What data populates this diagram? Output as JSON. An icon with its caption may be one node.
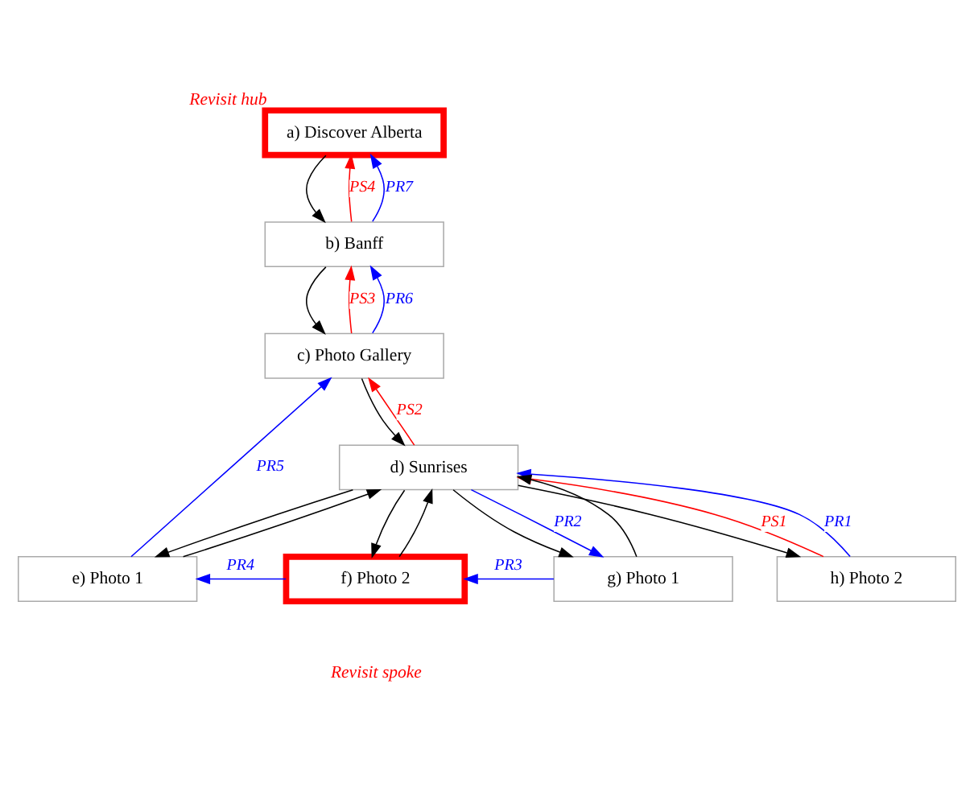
{
  "diagram": {
    "nodes": [
      {
        "text": [
          "a) Discover Alberta"
        ],
        "beside": [
          "Revisit hub"
        ]
      },
      {
        "text": [
          "b) Banff"
        ]
      },
      {
        "text": [
          "c) Photo Gallery"
        ]
      },
      {
        "text": [
          "d) Sunrises"
        ]
      },
      {
        "text": [
          "e) Photo 1"
        ]
      },
      {
        "text": [
          "f) Photo 2"
        ],
        "beside": [
          "Revisit spoke"
        ]
      },
      {
        "text": [
          "g) Photo 1"
        ]
      },
      {
        "text": [
          "h) Photo 2"
        ]
      }
    ],
    "edges": [
      {
        "from": 0,
        "to": 1,
        "arrow": "to"
      },
      {
        "from": 1,
        "to": 2,
        "arrow": "to"
      },
      {
        "from": 2,
        "to": 3,
        "arrow": "to"
      },
      {
        "from": 3,
        "to": 4,
        "arrow": "to"
      },
      {
        "from": 4,
        "to": 3,
        "arrow": "to"
      },
      {
        "from": 3,
        "to": 5,
        "arrow": "to"
      },
      {
        "from": 5,
        "to": 3,
        "arrow": "to"
      },
      {
        "from": 3,
        "to": 6,
        "arrow": "to"
      },
      {
        "from": 6,
        "to": 3,
        "arrow": "to"
      },
      {
        "from": 3,
        "to": 7,
        "arrow": "to"
      },
      {
        "from": 7,
        "to": 3,
        "arrow": "to",
        "label": "PS1",
        "color": "#ff0000"
      },
      {
        "from": 3,
        "to": 2,
        "arrow": "to",
        "label": "PS2",
        "color": "#ff0000"
      },
      {
        "from": 2,
        "to": 1,
        "arrow": "to",
        "label": "PS3",
        "color": "#ff0000"
      },
      {
        "from": 1,
        "to": 0,
        "arrow": "to",
        "label": "PS4",
        "color": "#ff0000"
      },
      {
        "from": 7,
        "to": 3,
        "arrow": "to",
        "label": "PR1",
        "color": "#0000ff"
      },
      {
        "from": 3,
        "to": 6,
        "arrow": "to",
        "label": "PR2",
        "color": "#0000ff"
      },
      {
        "from": 6,
        "to": 5,
        "arrow": "to",
        "label": "PR3",
        "color": "#0000ff"
      },
      {
        "from": 5,
        "to": 4,
        "arrow": "to",
        "label": "PR4",
        "color": "#0000ff"
      },
      {
        "from": 4,
        "to": 2,
        "arrow": "to",
        "label": "PR5",
        "color": "#0000ff"
      },
      {
        "from": 2,
        "to": 1,
        "arrow": "to",
        "label": "PR6",
        "color": "#0000ff"
      },
      {
        "from": 1,
        "to": 0,
        "arrow": "to",
        "label": "PR7",
        "color": "#0000ff"
      }
    ]
  }
}
